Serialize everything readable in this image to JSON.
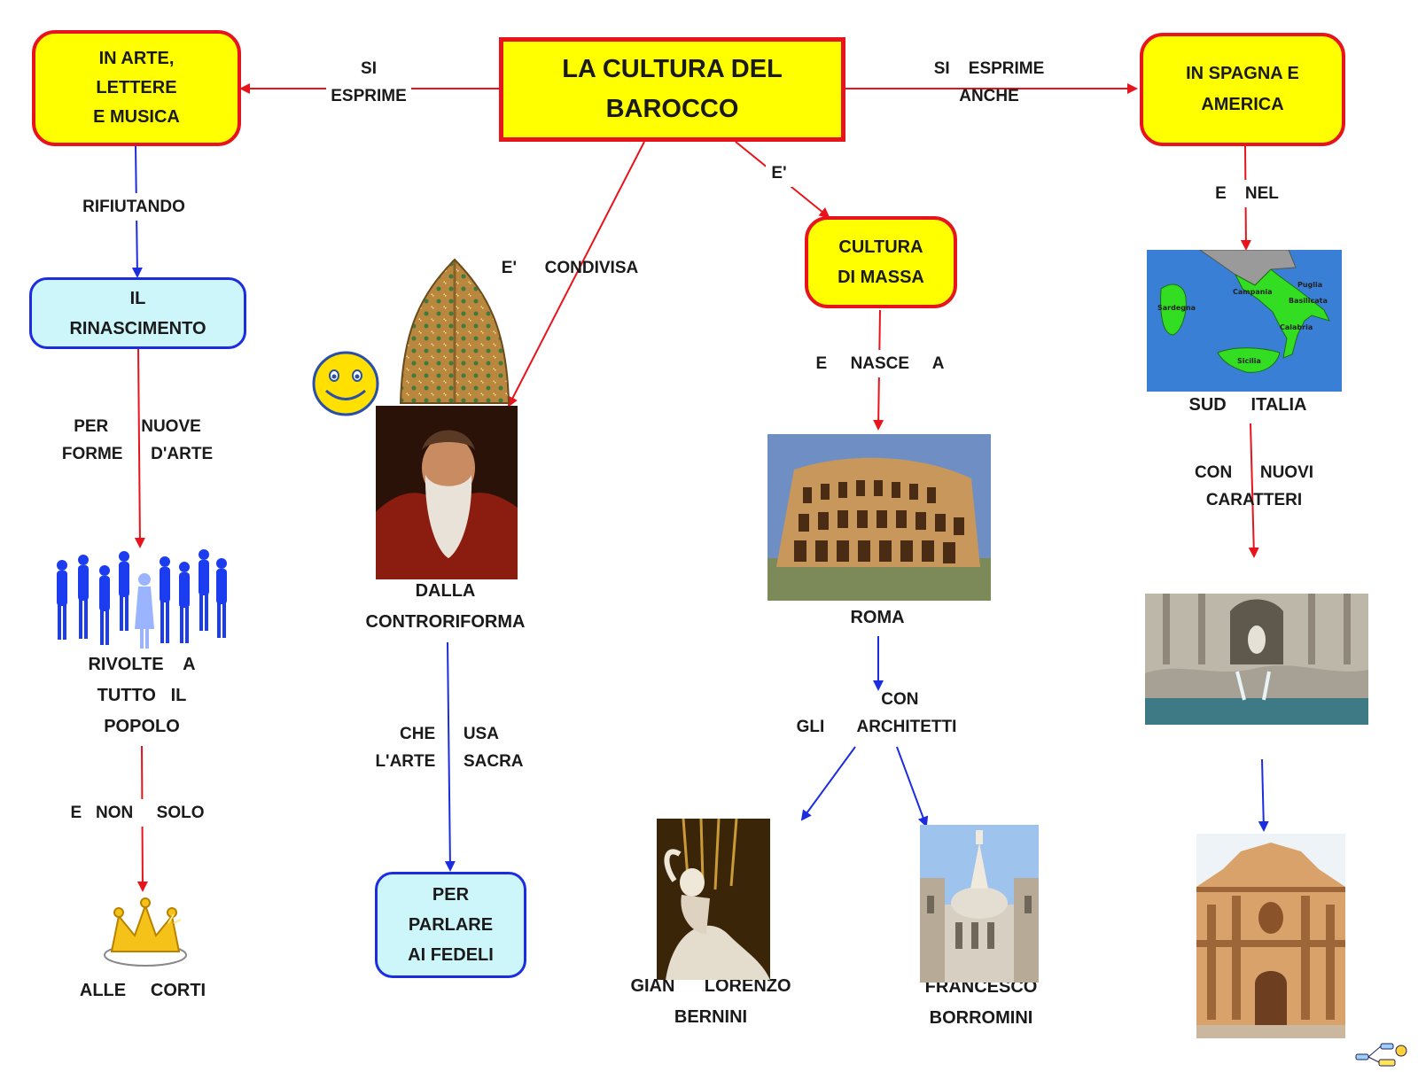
{
  "title": "LA     CULTURA     DEL\nBAROCCO",
  "nodes": {
    "arte": "IN    ARTE,\nLETTERE\nE    MUSICA",
    "spagna": "IN    SPAGNA    E\nAMERICA",
    "massa": "CULTURA\nDI    MASSA",
    "rinascimento": "IL\nRINASCIMENTO",
    "fedeli": "PER\nPARLARE\nAI    FEDELI"
  },
  "labels": {
    "si_esprime": "SI\nESPRIME",
    "si_esprime_anche": "SI    ESPRIME\nANCHE",
    "e_arrow": "E'",
    "condivisa": "E'      CONDIVISA",
    "rifiutando": "RIFIUTANDO",
    "nuove_forme": "PER       NUOVE\nFORME      D'ARTE",
    "rivolte": "RIVOLTE    A\nTUTTO   IL\nPOPOLO",
    "non_solo": "E   NON     SOLO",
    "corti": "ALLE     CORTI",
    "controriforma": "DALLA\nCONTRORIFORMA",
    "arte_sacra": "CHE      USA\nL'ARTE      SACRA",
    "nasce": "E     NASCE     A",
    "roma": "ROMA",
    "architetti": "          CON\nGLI       ARCHITETTI",
    "bernini": "GIAN      LORENZO\nBERNINI",
    "borromini": "FRANCESCO\nBORROMINI",
    "e_nel": "E    NEL",
    "sud_italia": "SUD     ITALIA",
    "caratteri": "CON      NUOVI\nCARATTERI"
  },
  "map_regions": {
    "campania": "Campania",
    "puglia": "Puglia",
    "basilicata": "Basilicata",
    "calabria": "Calabria",
    "sicilia": "Sicilia",
    "sardegna": "Sardegna"
  },
  "colors": {
    "red": "#e8141c",
    "blue": "#1c2de0",
    "yellow": "#ffff00",
    "cyan": "#cdf6fb",
    "green": "#33dd22"
  }
}
